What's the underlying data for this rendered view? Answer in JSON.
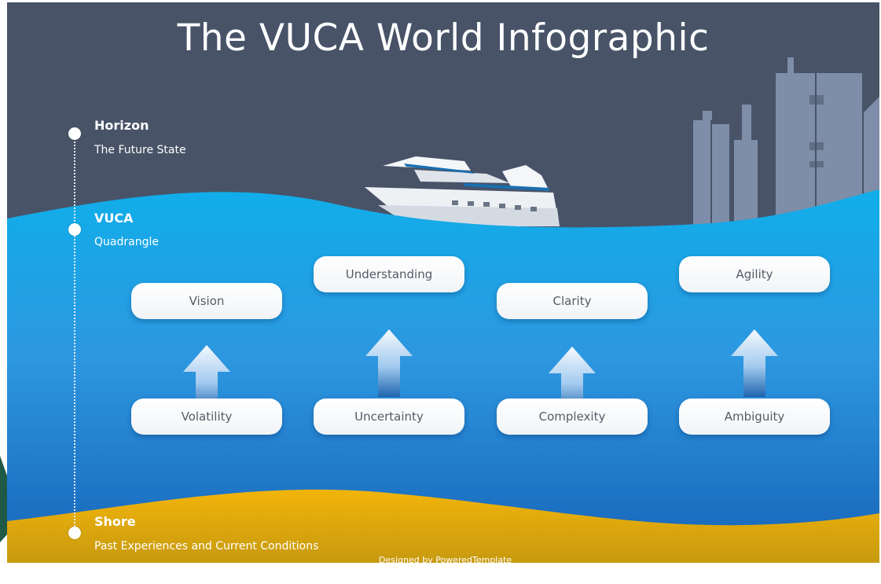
{
  "title": "The VUCA World Infographic",
  "timeline": [
    {
      "title": "Horizon",
      "subtitle": "The Future State"
    },
    {
      "title": "VUCA",
      "subtitle": "Quadrangle"
    },
    {
      "title": "Shore",
      "subtitle": "Past Experiences and Current Conditions"
    }
  ],
  "columns": [
    {
      "bottom": "Volatility",
      "top": "Vision"
    },
    {
      "bottom": "Uncertainty",
      "top": "Understanding"
    },
    {
      "bottom": "Complexity",
      "top": "Clarity"
    },
    {
      "bottom": "Ambiguity",
      "top": "Agility"
    }
  ],
  "credit": "Designed by PoweredTemplate",
  "colors": {
    "sky": "#485368",
    "sea_top": "#0aa6e6",
    "sea_bottom": "#1a6fc0",
    "sand": "#e6ad0c",
    "buildings": "#7e8ea8",
    "ship": "#eef1f4"
  }
}
